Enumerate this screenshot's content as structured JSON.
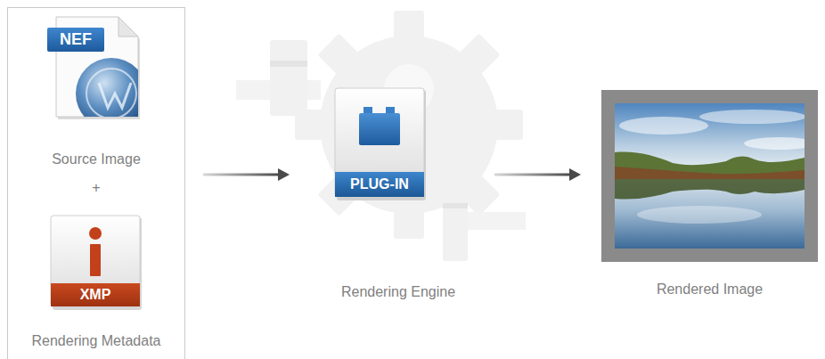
{
  "diagram": {
    "nodes": [
      {
        "text": [
          "+"
        ]
      },
      {
        "text": [
          "NEF",
          "Source Image"
        ],
        "in": 0
      },
      {
        "text": [
          "XMP",
          "Rendering Metadata"
        ],
        "in": 0
      },
      {
        "text": [
          "PLUG-IN",
          "Rendering Engine"
        ]
      },
      {
        "text": [
          "Rendered Image"
        ]
      }
    ],
    "edges": [
      {
        "from": 0,
        "to": 3,
        "arrow": "to"
      },
      {
        "from": 3,
        "to": 4,
        "arrow": "to"
      }
    ]
  }
}
